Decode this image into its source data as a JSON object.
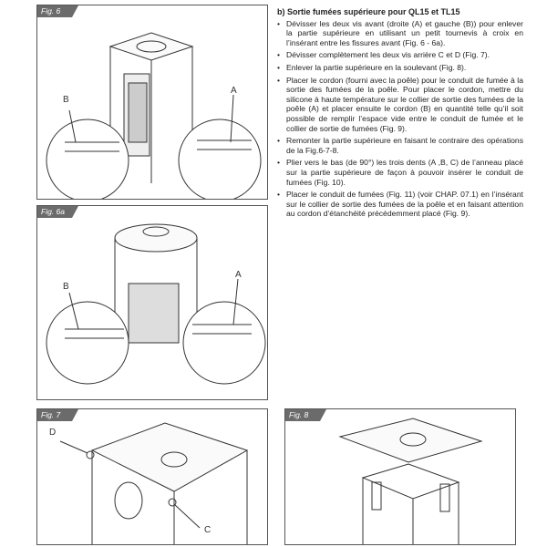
{
  "figures": {
    "fig6": {
      "tag": "Fig. 6",
      "label_a": "A",
      "label_b": "B"
    },
    "fig6a": {
      "tag": "Fig. 6a",
      "label_a": "A",
      "label_b": "B"
    },
    "fig7": {
      "tag": "Fig. 7",
      "label_c": "C",
      "label_d": "D"
    },
    "fig8": {
      "tag": "Fig. 8"
    }
  },
  "section": {
    "heading": "b) Sortie fumées supérieure pour QL15 et TL15",
    "steps": [
      "Dévisser les deux vis avant (droite (A) et gauche (B)) pour enlever la partie supérieure en utilisant un petit tournevis à croix en l’insérant entre les fissures avant (Fig. 6 - 6a).",
      "Dévisser complètement les deux vis arrière C et D (Fig. 7).",
      "Enlever la partie supérieure en la soulevant (Fig. 8).",
      "Placer le cordon (fourni avec la poêle) pour le conduit de fumée à la sortie des fumées de la poêle. Pour placer le cordon, mettre du silicone à haute température sur le collier de sortie des fumées de la poêle (A) et placer ensuite le cordon (B) en quantité telle qu’il soit possible de remplir l’espace vide entre le conduit de fumée et le collier de sortie de fumées (Fig. 9).",
      "Remonter la partie supérieure en faisant le contraire des opérations de la Fig.6-7-8.",
      "Plier vers le bas (de 90°) les trois dents (A ,B, C) de l’anneau placé sur la partie supérieure de façon à pouvoir insérer le conduit de fumées (Fig. 10).",
      "Placer le conduit de fumées (Fig. 11) (voir CHAP. 07.1) en l’insérant sur le collier de sortie des fumées de la poêle et en faisant attention au cordon d’étanchéité précédemment placé (Fig. 9)."
    ]
  }
}
